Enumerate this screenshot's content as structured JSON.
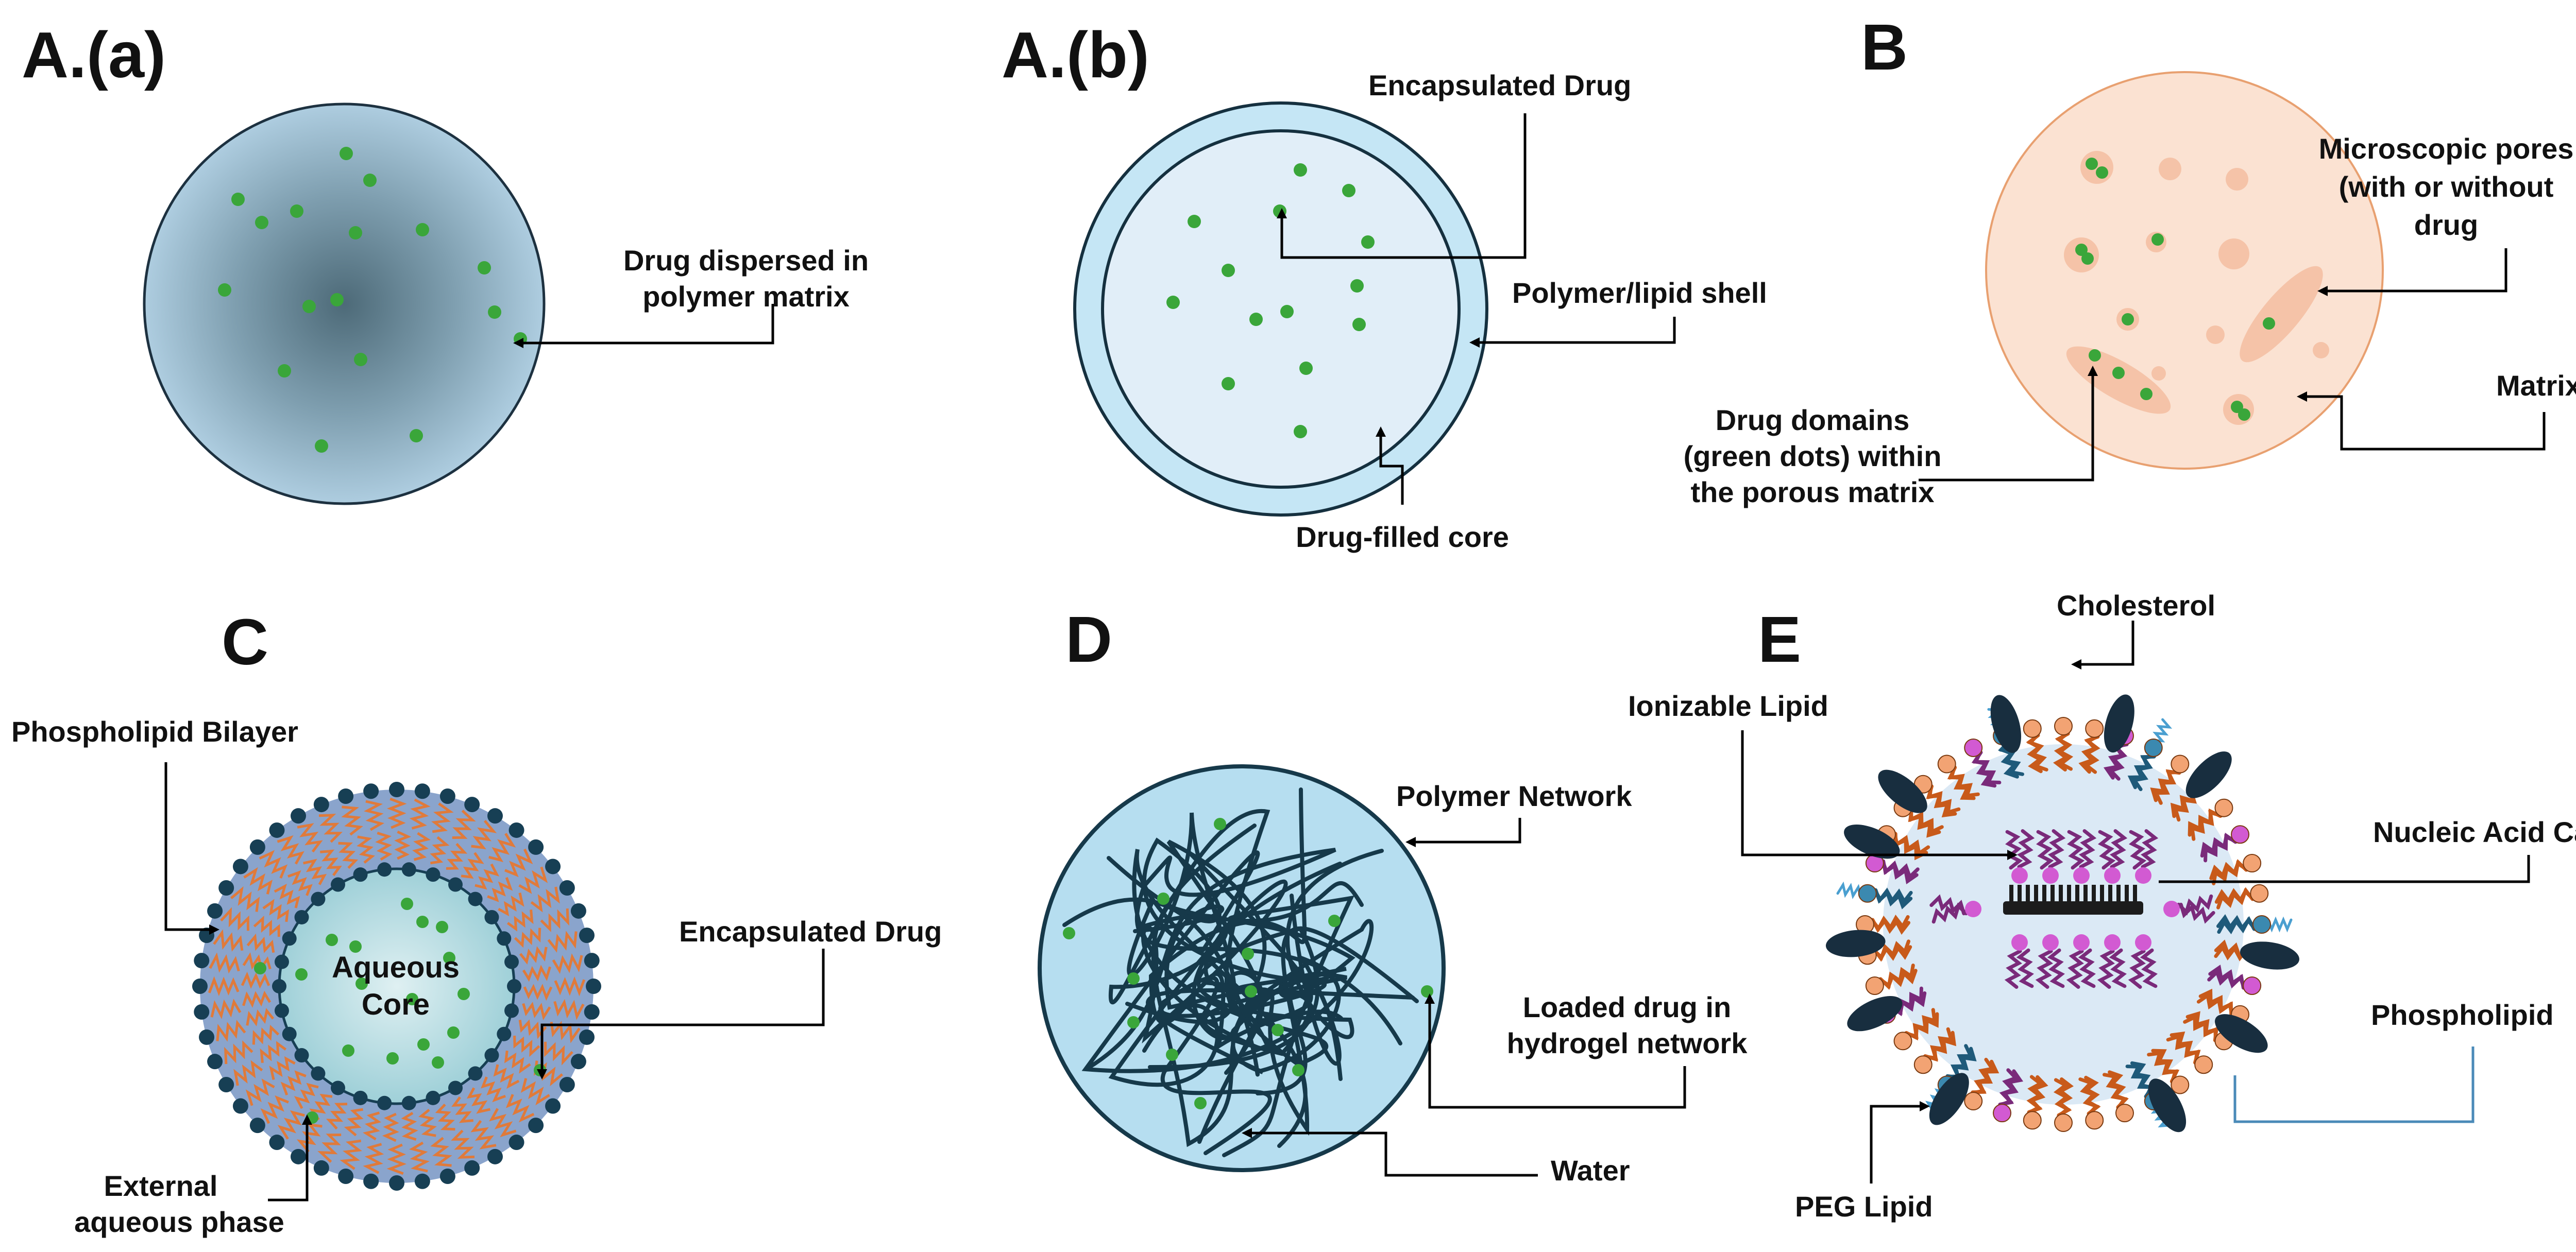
{
  "panels": {
    "a_a": {
      "letter": "A.(a)",
      "labels": [
        "Drug dispersed in",
        "polymer matrix"
      ]
    },
    "a_b": {
      "letter": "A.(b)",
      "encapsulated": "Encapsulated Drug",
      "shell": "Polymer/lipid shell",
      "core": "Drug-filled core"
    },
    "b": {
      "letter": "B",
      "pores": [
        "Microscopic pores",
        "(with or without",
        "drug"
      ],
      "matrix": "Matrix",
      "domains": [
        "Drug domains",
        "(green dots) within",
        "the porous matrix"
      ]
    },
    "c": {
      "letter": "C",
      "bilayer": "Phospholipid  Bilayer",
      "core": [
        "Aqueous",
        "Core"
      ],
      "drug": "Encapsulated  Drug",
      "external": [
        "External",
        "aqueous phase"
      ]
    },
    "d": {
      "letter": "D",
      "network": "Polymer Network",
      "loaded": [
        "Loaded drug in",
        "hydrogel network"
      ],
      "water": "Water"
    },
    "e": {
      "letter": "E",
      "cholesterol": "Cholesterol",
      "ionizable": "Ionizable Lipid",
      "cargo": "Nucleic Acid Cargo",
      "phospholipid": "Phospholipid",
      "peg": "PEG Lipid"
    }
  },
  "colors": {
    "drug_dot": "#3aa63a",
    "matrix_center": "#4d6a78",
    "matrix_edge": "#a7c8d8",
    "shell": "#c5e6f5",
    "core": "#e1eef8",
    "porous": "#fbe2d2",
    "pore": "#f3b89a",
    "bilayer": "#8aa4cc",
    "headgroup": "#173f54",
    "tail": "#e07a3a",
    "hydrogel": "#b6def0",
    "strand": "#16394a",
    "lnp_core": "#dbe9f5",
    "orange_head": "#f2a373",
    "magenta_head": "#d25ad2",
    "teal_head": "#3b89b0",
    "cholesterol": "#182e3f",
    "phospholipid_leader": "#4a8ab8"
  }
}
